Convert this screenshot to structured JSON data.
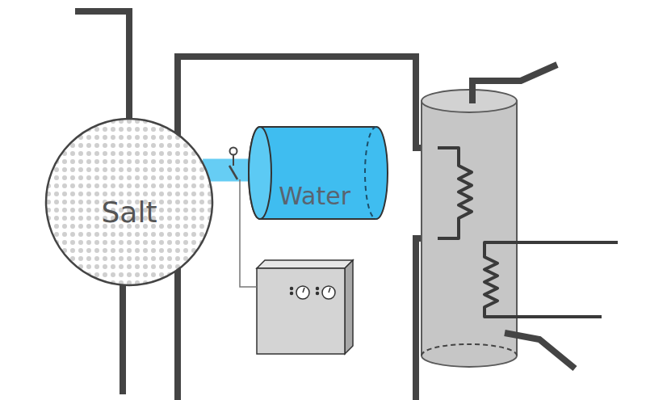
{
  "diagram": {
    "nodes": [
      {
        "text": [
          "Salt"
        ]
      },
      {
        "text": [
          "Water"
        ]
      }
    ],
    "edges": [
      {
        "from": 0,
        "to": 1,
        "arrow": "none"
      }
    ]
  }
}
